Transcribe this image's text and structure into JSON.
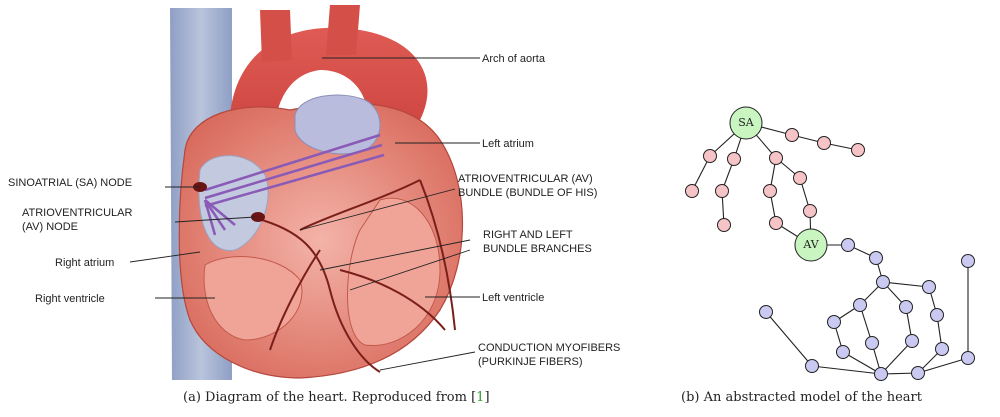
{
  "heart": {
    "labels": {
      "arch_of_aorta": "Arch of aorta",
      "left_atrium": "Left atrium",
      "sa_node": "SINOATRIAL (SA) NODE",
      "av_bundle_1": "ATRIOVENTRICULAR (AV)",
      "av_bundle_2": "BUNDLE (BUNDLE OF HIS)",
      "av_node_1": "ATRIOVENTRICULAR",
      "av_node_2": "(AV) NODE",
      "bundle_branches_1": "RIGHT AND LEFT",
      "bundle_branches_2": "BUNDLE BRANCHES",
      "right_atrium": "Right atrium",
      "right_ventricle": "Right ventricle",
      "left_ventricle": "Left ventricle",
      "myofibers_1": "CONDUCTION MYOFIBERS",
      "myofibers_2": "(PURKINJE FIBERS)"
    },
    "caption_text": "(a) Diagram of the heart. Reproduced from [",
    "caption_ref": "1",
    "caption_end": "]"
  },
  "graph": {
    "caption": "(b) An abstracted model of the heart",
    "sa_label": "SA",
    "av_label": "AV",
    "colors": {
      "sa_av_fill": "#c8f5c0",
      "pink_fill": "#f6c3c6",
      "blue_fill": "#c9c9f2",
      "stroke": "#222222"
    }
  }
}
